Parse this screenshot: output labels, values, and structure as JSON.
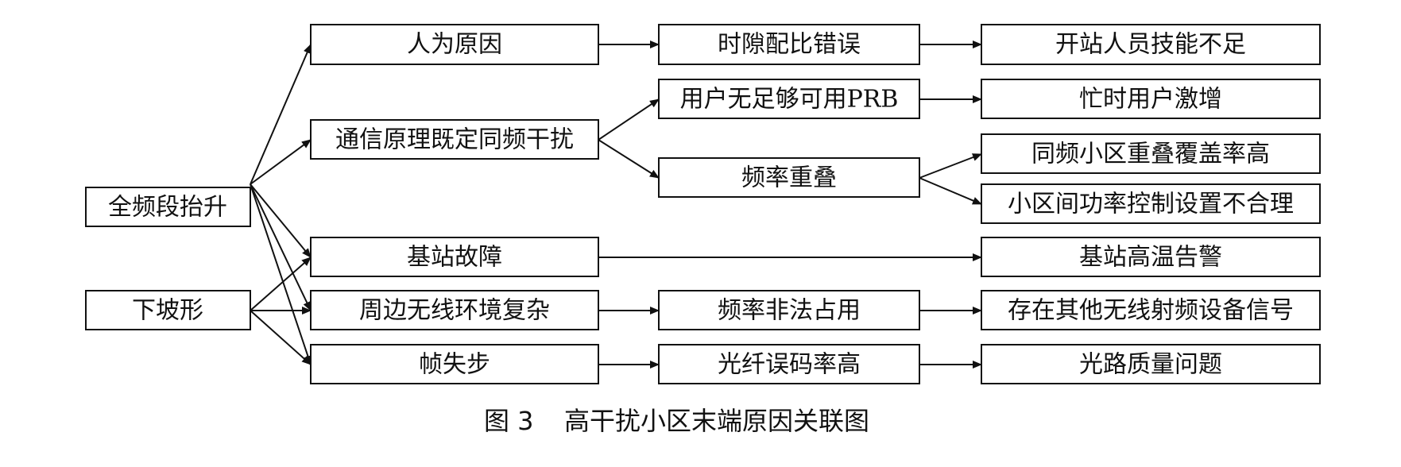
{
  "diagram": {
    "nodes": {
      "root1": "全频段抬升",
      "root2": "下坡形",
      "c1_human": "人为原因",
      "c1_comm": "通信原理既定同频干扰",
      "c1_station": "基站故障",
      "c1_env": "周边无线环境复杂",
      "c1_frame": "帧失步",
      "c2_timeslot": "时隙配比错误",
      "c2_prb": "用户无足够可用PRB",
      "c2_overlap": "频率重叠",
      "c2_illegal": "频率非法占用",
      "c2_fiber": "光纤误码率高",
      "c3_skill": "开站人员技能不足",
      "c3_busy": "忙时用户激增",
      "c3_cover": "同频小区重叠覆盖率高",
      "c3_power": "小区间功率控制设置不合理",
      "c3_temp": "基站高温告警",
      "c3_devices": "存在其他无线射频设备信号",
      "c3_optical": "光路质量问题"
    },
    "edges": [
      [
        "root1",
        "c1_human"
      ],
      [
        "root1",
        "c1_comm"
      ],
      [
        "root1",
        "c1_station"
      ],
      [
        "root1",
        "c1_env"
      ],
      [
        "root1",
        "c1_frame"
      ],
      [
        "root2",
        "c1_station"
      ],
      [
        "root2",
        "c1_env"
      ],
      [
        "root2",
        "c1_frame"
      ],
      [
        "c1_human",
        "c2_timeslot"
      ],
      [
        "c1_comm",
        "c2_prb"
      ],
      [
        "c1_comm",
        "c2_overlap"
      ],
      [
        "c1_station",
        "c3_temp"
      ],
      [
        "c1_env",
        "c2_illegal"
      ],
      [
        "c1_frame",
        "c2_fiber"
      ],
      [
        "c2_timeslot",
        "c3_skill"
      ],
      [
        "c2_prb",
        "c3_busy"
      ],
      [
        "c2_overlap",
        "c3_cover"
      ],
      [
        "c2_overlap",
        "c3_power"
      ],
      [
        "c2_illegal",
        "c3_devices"
      ],
      [
        "c2_fiber",
        "c3_optical"
      ]
    ]
  },
  "caption": {
    "label": "图 3",
    "title": "高干扰小区末端原因关联图"
  }
}
